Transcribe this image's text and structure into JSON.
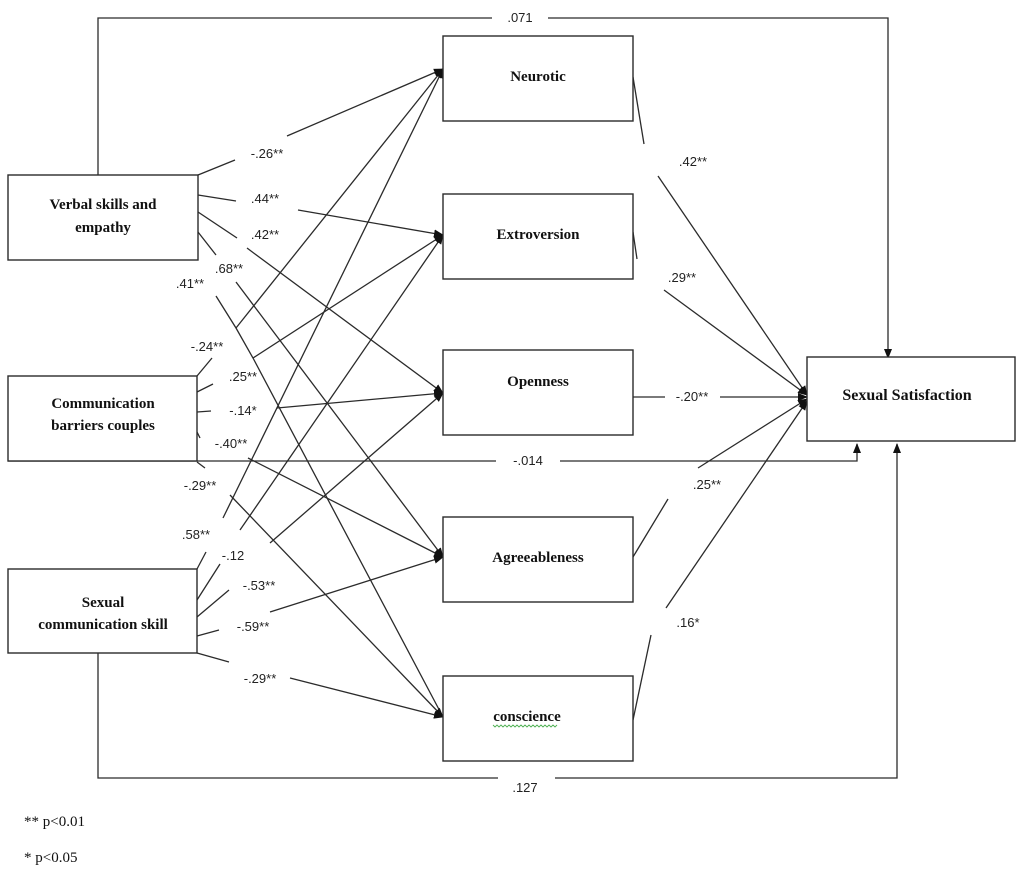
{
  "nodes": {
    "verbal": {
      "lines": [
        "Verbal skills and",
        "empathy"
      ]
    },
    "communication": {
      "lines": [
        "Communication",
        "barriers couples"
      ]
    },
    "sexual_comm": {
      "lines": [
        "Sexual",
        "communication skill"
      ]
    },
    "neurotic": {
      "lines": [
        "Neurotic"
      ]
    },
    "extroversion": {
      "lines": [
        "Extroversion"
      ]
    },
    "openness": {
      "lines": [
        "Openness"
      ]
    },
    "agreeableness": {
      "lines": [
        "Agreeableness"
      ]
    },
    "conscience": {
      "lines": [
        "conscience"
      ]
    },
    "satisfaction": {
      "lines": [
        "Sexual Satisfaction"
      ]
    }
  },
  "paths": [
    {
      "from": "verbal",
      "to": "neurotic",
      "label": "-.26**"
    },
    {
      "from": "verbal",
      "to": "extroversion",
      "label": ".44**"
    },
    {
      "from": "verbal",
      "to": "openness",
      "label": ".42**"
    },
    {
      "from": "verbal",
      "to": "agreeableness",
      "label": ".68**"
    },
    {
      "from": "verbal",
      "to": "conscience",
      "label": ".41**"
    },
    {
      "from": "communication",
      "to": "neurotic",
      "label": "-.24**"
    },
    {
      "from": "communication",
      "to": "extroversion",
      "label": ".25**"
    },
    {
      "from": "communication",
      "to": "openness",
      "label": "-.14*"
    },
    {
      "from": "communication",
      "to": "agreeableness",
      "label": "-.40**"
    },
    {
      "from": "communication",
      "to": "conscience",
      "label": "-.29**"
    },
    {
      "from": "sexual_comm",
      "to": "neurotic",
      "label": ".58**"
    },
    {
      "from": "sexual_comm",
      "to": "extroversion",
      "label": "-.12"
    },
    {
      "from": "sexual_comm",
      "to": "openness",
      "label": "-.53**"
    },
    {
      "from": "sexual_comm",
      "to": "agreeableness",
      "label": "-.59**"
    },
    {
      "from": "sexual_comm",
      "to": "conscience",
      "label": "-.29**"
    },
    {
      "from": "neurotic",
      "to": "satisfaction",
      "label": ".42**"
    },
    {
      "from": "extroversion",
      "to": "satisfaction",
      "label": ".29**"
    },
    {
      "from": "openness",
      "to": "satisfaction",
      "label": "-.20**"
    },
    {
      "from": "agreeableness",
      "to": "satisfaction",
      "label": ".25**"
    },
    {
      "from": "conscience",
      "to": "satisfaction",
      "label": ".16*"
    },
    {
      "from": "verbal",
      "to": "satisfaction",
      "label": ".071"
    },
    {
      "from": "communication",
      "to": "satisfaction",
      "label": "-.014"
    },
    {
      "from": "sexual_comm",
      "to": "satisfaction",
      "label": ".127"
    }
  ],
  "legend": {
    "p01": "** p<0.01",
    "p05": "* p<0.05"
  }
}
